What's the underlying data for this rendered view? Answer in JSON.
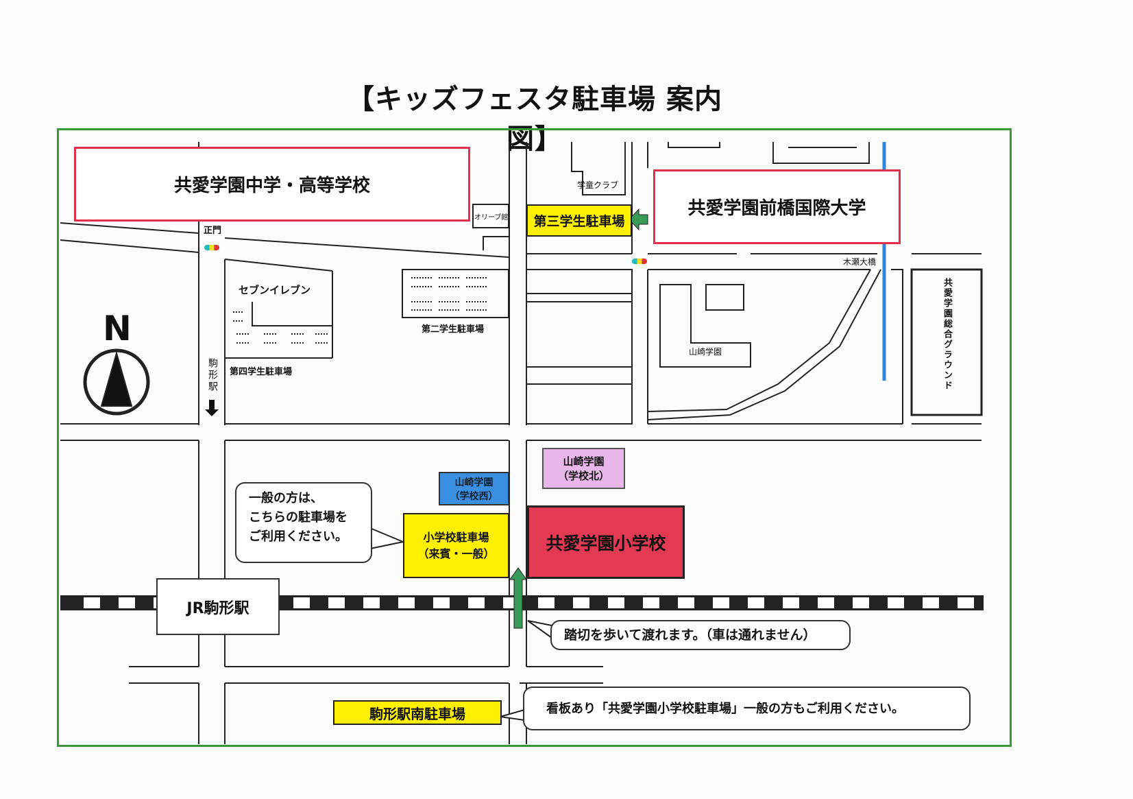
{
  "title": "【キッズフェスタ駐車場 案内図】",
  "labels": {
    "kyoai_junior_high": "共愛学園中学・高等学校",
    "kyoai_university": "共愛学園前橋国際大学",
    "gakudo_club": "学童クラブ",
    "olive_hall": "オリーブ館",
    "parking_3": "第三学生駐車場",
    "main_gate": "正門",
    "seven_eleven": "セブンイレブン",
    "parking_4": "第四学生駐車場",
    "parking_2": "第二学生駐車場",
    "komagata_station_direction": "駒形駅",
    "north": "N",
    "yamazaki_gakuen": "山崎学園",
    "kise_bridge": "木瀬大橋",
    "kyoai_ground": "共愛学園総合グラウンド",
    "yamazaki_north": [
      "山崎学園",
      "（学校北）"
    ],
    "yamazaki_west": [
      "山崎学園",
      "（学校西）"
    ],
    "elementary_parking": [
      "小学校駐車場",
      "（来賓・一般）"
    ],
    "kyoai_elementary": "共愛学園小学校",
    "jr_komagata": "JR駒形駅",
    "komagata_south_parking": "駒形駅南駐車場"
  },
  "callouts": {
    "general_visitors": [
      "一般の方は、",
      "こちらの駐車場を",
      "ご利用ください。"
    ],
    "crossing": "踏切を歩いて渡れます。（車は通れません）",
    "signboard": "看板あり「共愛学園小学校駐車場」一般の方もご利用ください。"
  },
  "colors": {
    "frame": "#3a9a3a",
    "red_box": "#e0304a",
    "yellow": "#ffef00",
    "elementary": "#e23a55",
    "pink": "#e9b6ea",
    "blue_box": "#3b8fe0",
    "river": "#2f86e0",
    "arrow": "#3a9a5a"
  }
}
